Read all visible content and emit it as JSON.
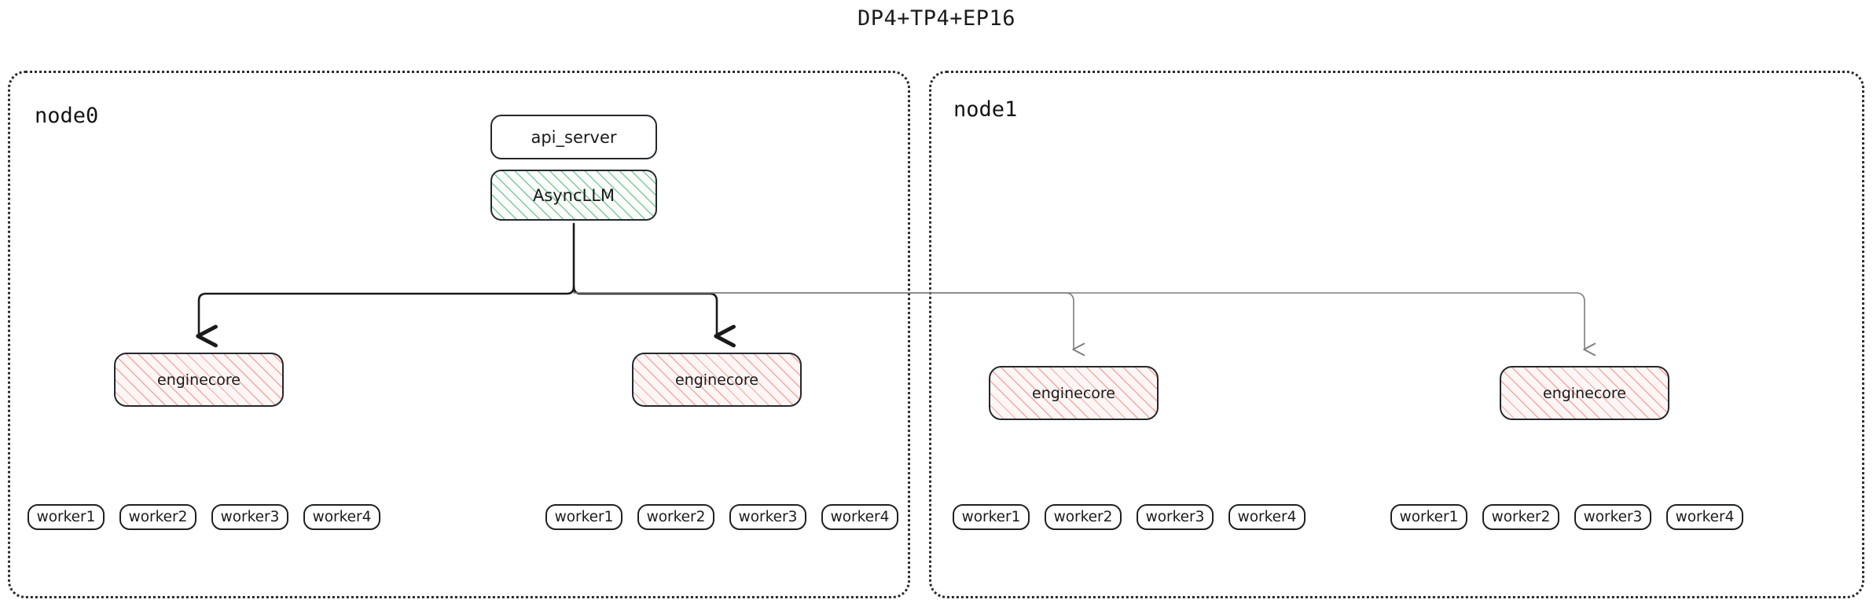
{
  "title": "DP4+TP4+EP16",
  "colors": {
    "border_dark": "#24282c",
    "container_border": "#2b2b2b",
    "hatch_green": "#7fc99b",
    "hatch_pink": "#f0a9a4",
    "edge_dark": "#1a1a1a",
    "edge_gray": "#8a8a8a",
    "background": "#ffffff",
    "text": "#1a1a1a"
  },
  "nodes": [
    {
      "id": "node0",
      "label": "node0",
      "engines": [
        {
          "label": "enginecore",
          "workers": [
            {
              "label": "worker1"
            },
            {
              "label": "worker2"
            },
            {
              "label": "worker3"
            },
            {
              "label": "worker4"
            }
          ]
        },
        {
          "label": "enginecore",
          "workers": [
            {
              "label": "worker1"
            },
            {
              "label": "worker2"
            },
            {
              "label": "worker3"
            },
            {
              "label": "worker4"
            }
          ]
        }
      ]
    },
    {
      "id": "node1",
      "label": "node1",
      "engines": [
        {
          "label": "enginecore",
          "workers": [
            {
              "label": "worker1"
            },
            {
              "label": "worker2"
            },
            {
              "label": "worker3"
            },
            {
              "label": "worker4"
            }
          ]
        },
        {
          "label": "enginecore",
          "workers": [
            {
              "label": "worker1"
            },
            {
              "label": "worker2"
            },
            {
              "label": "worker3"
            },
            {
              "label": "worker4"
            }
          ]
        }
      ]
    }
  ],
  "frontend": {
    "api_server": "api_server",
    "async_llm": "AsyncLLM"
  }
}
